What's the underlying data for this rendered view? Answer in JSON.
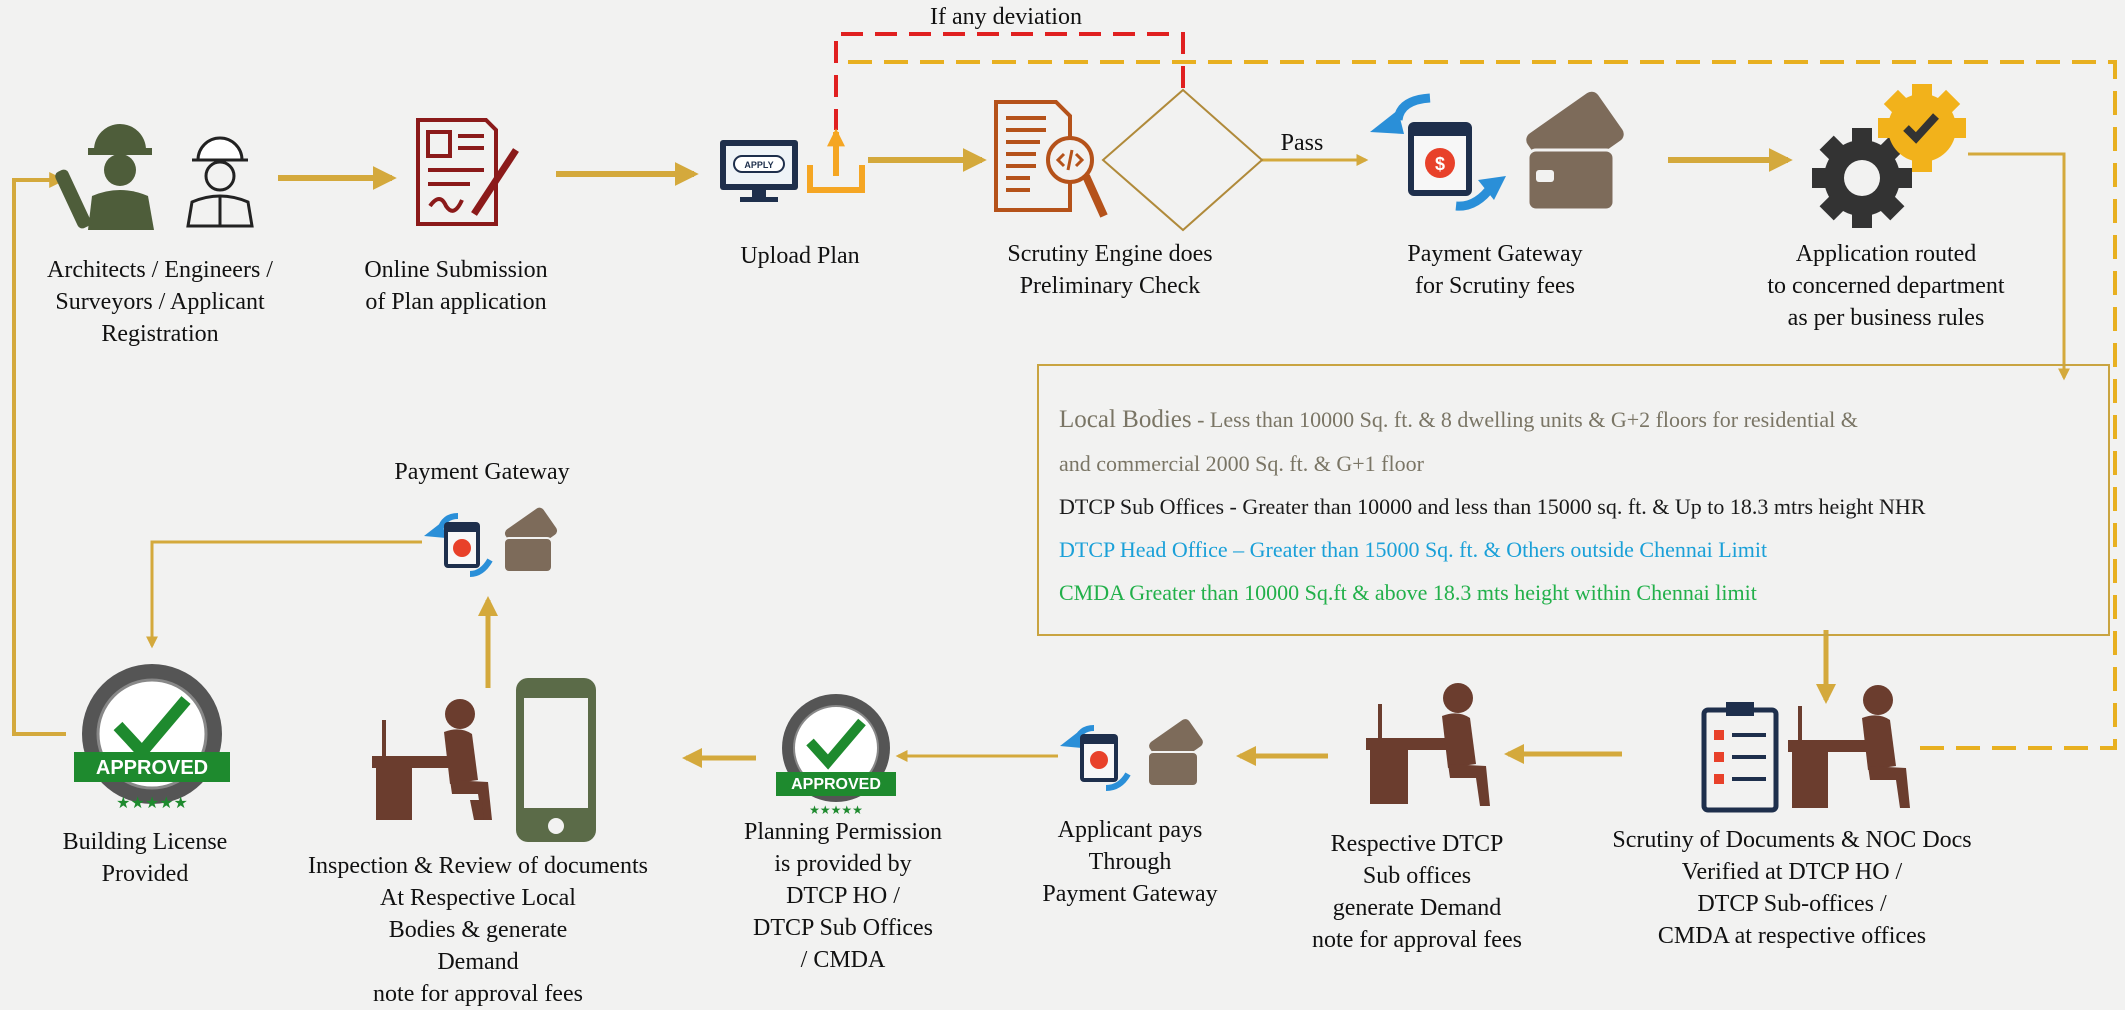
{
  "deviation_label": "If any deviation",
  "pass_label": "Pass",
  "steps": {
    "registration": "Architects / Engineers /\nSurveyors / Applicant\nRegistration",
    "online_submission": "Online Submission\nof Plan application",
    "upload_plan": "Upload Plan",
    "scrutiny_engine": "Scrutiny Engine does\nPreliminary Check",
    "payment_scrutiny": "Payment Gateway\nfor Scrutiny fees",
    "application_routed": "Application routed\nto concerned department\nas per business rules",
    "scrutiny_documents": "Scrutiny of Documents & NOC Docs\nVerified at DTCP HO /\nDTCP Sub-offices /\nCMDA at respective offices",
    "dtcp_sub_offices": "Respective DTCP\nSub offices\ngenerate Demand\nnote for approval fees",
    "applicant_pays": "Applicant pays\nThrough\nPayment Gateway",
    "planning_permission": "Planning Permission\nis provided by\nDTCP HO /\nDTCP Sub Offices\n/ CMDA",
    "inspection_review": "Inspection & Review of documents\nAt Respective Local\nBodies & generate\nDemand\nnote for approval fees",
    "payment_gateway_top": "Payment Gateway",
    "building_license": "Building License\nProvided"
  },
  "approved_badge_text": "APPROVED",
  "apply_screen_text": "APPLY",
  "criteria": {
    "local_bodies_lead": "Local Bodies",
    "local_bodies_rest": " - Less than 10000 Sq. ft. & 8 dwelling units & G+2 floors for residential &",
    "local_bodies_cont": "and commercial 2000 Sq. ft. & G+1 floor",
    "dtcp_sub": "DTCP Sub Offices - Greater than 10000 and less than 15000 sq. ft. & Up to 18.3 mtrs height NHR",
    "dtcp_head": "DTCP Head Office – Greater than 15000 Sq. ft. & Others outside Chennai Limit",
    "cmda": "CMDA Greater than 10000 Sq.ft & above 18.3 mts height within Chennai limit"
  },
  "colors": {
    "arrow": "#d4a93c",
    "deviation": "#e02020",
    "loop": "#e8b020",
    "box_border": "#c9a441",
    "local_bodies": "#7a7565",
    "dtcp_head": "#1aa0d8",
    "cmda": "#22b04a",
    "person": "#6b3d2e",
    "engineer_green": "#4e5d3a",
    "maroon": "#8b1a1a",
    "orange": "#f5a623",
    "gear_dark": "#333333",
    "gear_gold": "#f2b21b",
    "badge_green": "#1e8a2e",
    "card_brown": "#7d6b5a",
    "phone_green": "#5b6b48"
  }
}
